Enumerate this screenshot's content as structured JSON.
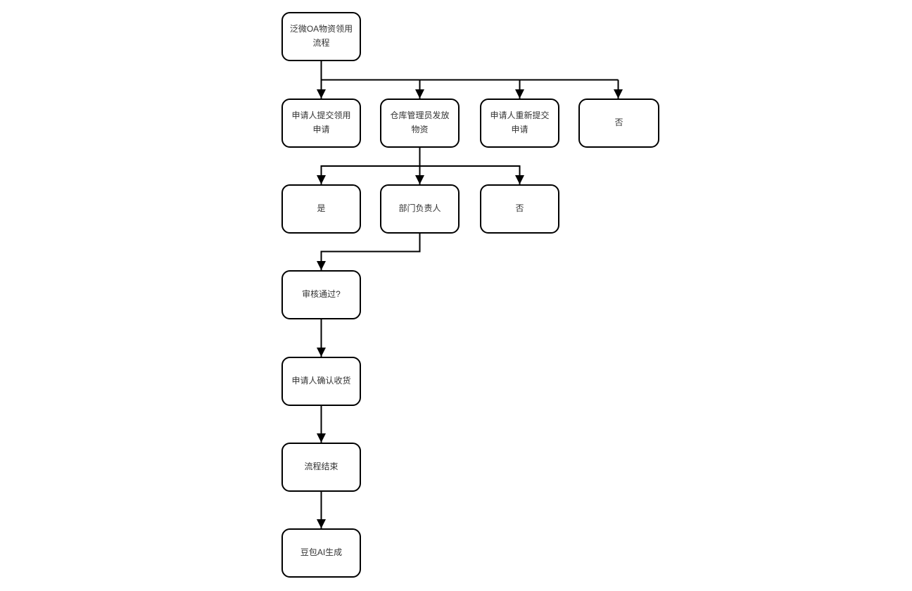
{
  "diagram": {
    "title": "泛微OA物资领用流程",
    "colors": {
      "background": "#ffffff",
      "node_fill": "#ffffff",
      "stroke": "#000000",
      "text": "#333333"
    },
    "nodes": {
      "start": {
        "label": "泛微OA物资领用流程"
      },
      "submit_request": {
        "label": "申请人提交领用申请"
      },
      "warehouse_issue": {
        "label": "仓库管理员发放物资"
      },
      "resubmit_request": {
        "label": "申请人重新提交申请"
      },
      "no_top": {
        "label": "否"
      },
      "yes": {
        "label": "是"
      },
      "dept_manager": {
        "label": "部门负责人"
      },
      "no_mid": {
        "label": "否"
      },
      "review_pass": {
        "label": "审核通过?"
      },
      "confirm_receipt": {
        "label": "申请人确认收货"
      },
      "process_end": {
        "label": "流程结束"
      },
      "ai_credit": {
        "label": "豆包AI生成"
      }
    },
    "edges": [
      {
        "from": "start",
        "to": "submit_request"
      },
      {
        "from": "start",
        "to": "warehouse_issue"
      },
      {
        "from": "start",
        "to": "resubmit_request"
      },
      {
        "from": "start",
        "to": "no_top"
      },
      {
        "from": "warehouse_issue",
        "to": "yes"
      },
      {
        "from": "warehouse_issue",
        "to": "dept_manager"
      },
      {
        "from": "warehouse_issue",
        "to": "no_mid"
      },
      {
        "from": "dept_manager",
        "to": "review_pass"
      },
      {
        "from": "review_pass",
        "to": "confirm_receipt"
      },
      {
        "from": "confirm_receipt",
        "to": "process_end"
      },
      {
        "from": "process_end",
        "to": "ai_credit"
      }
    ]
  }
}
